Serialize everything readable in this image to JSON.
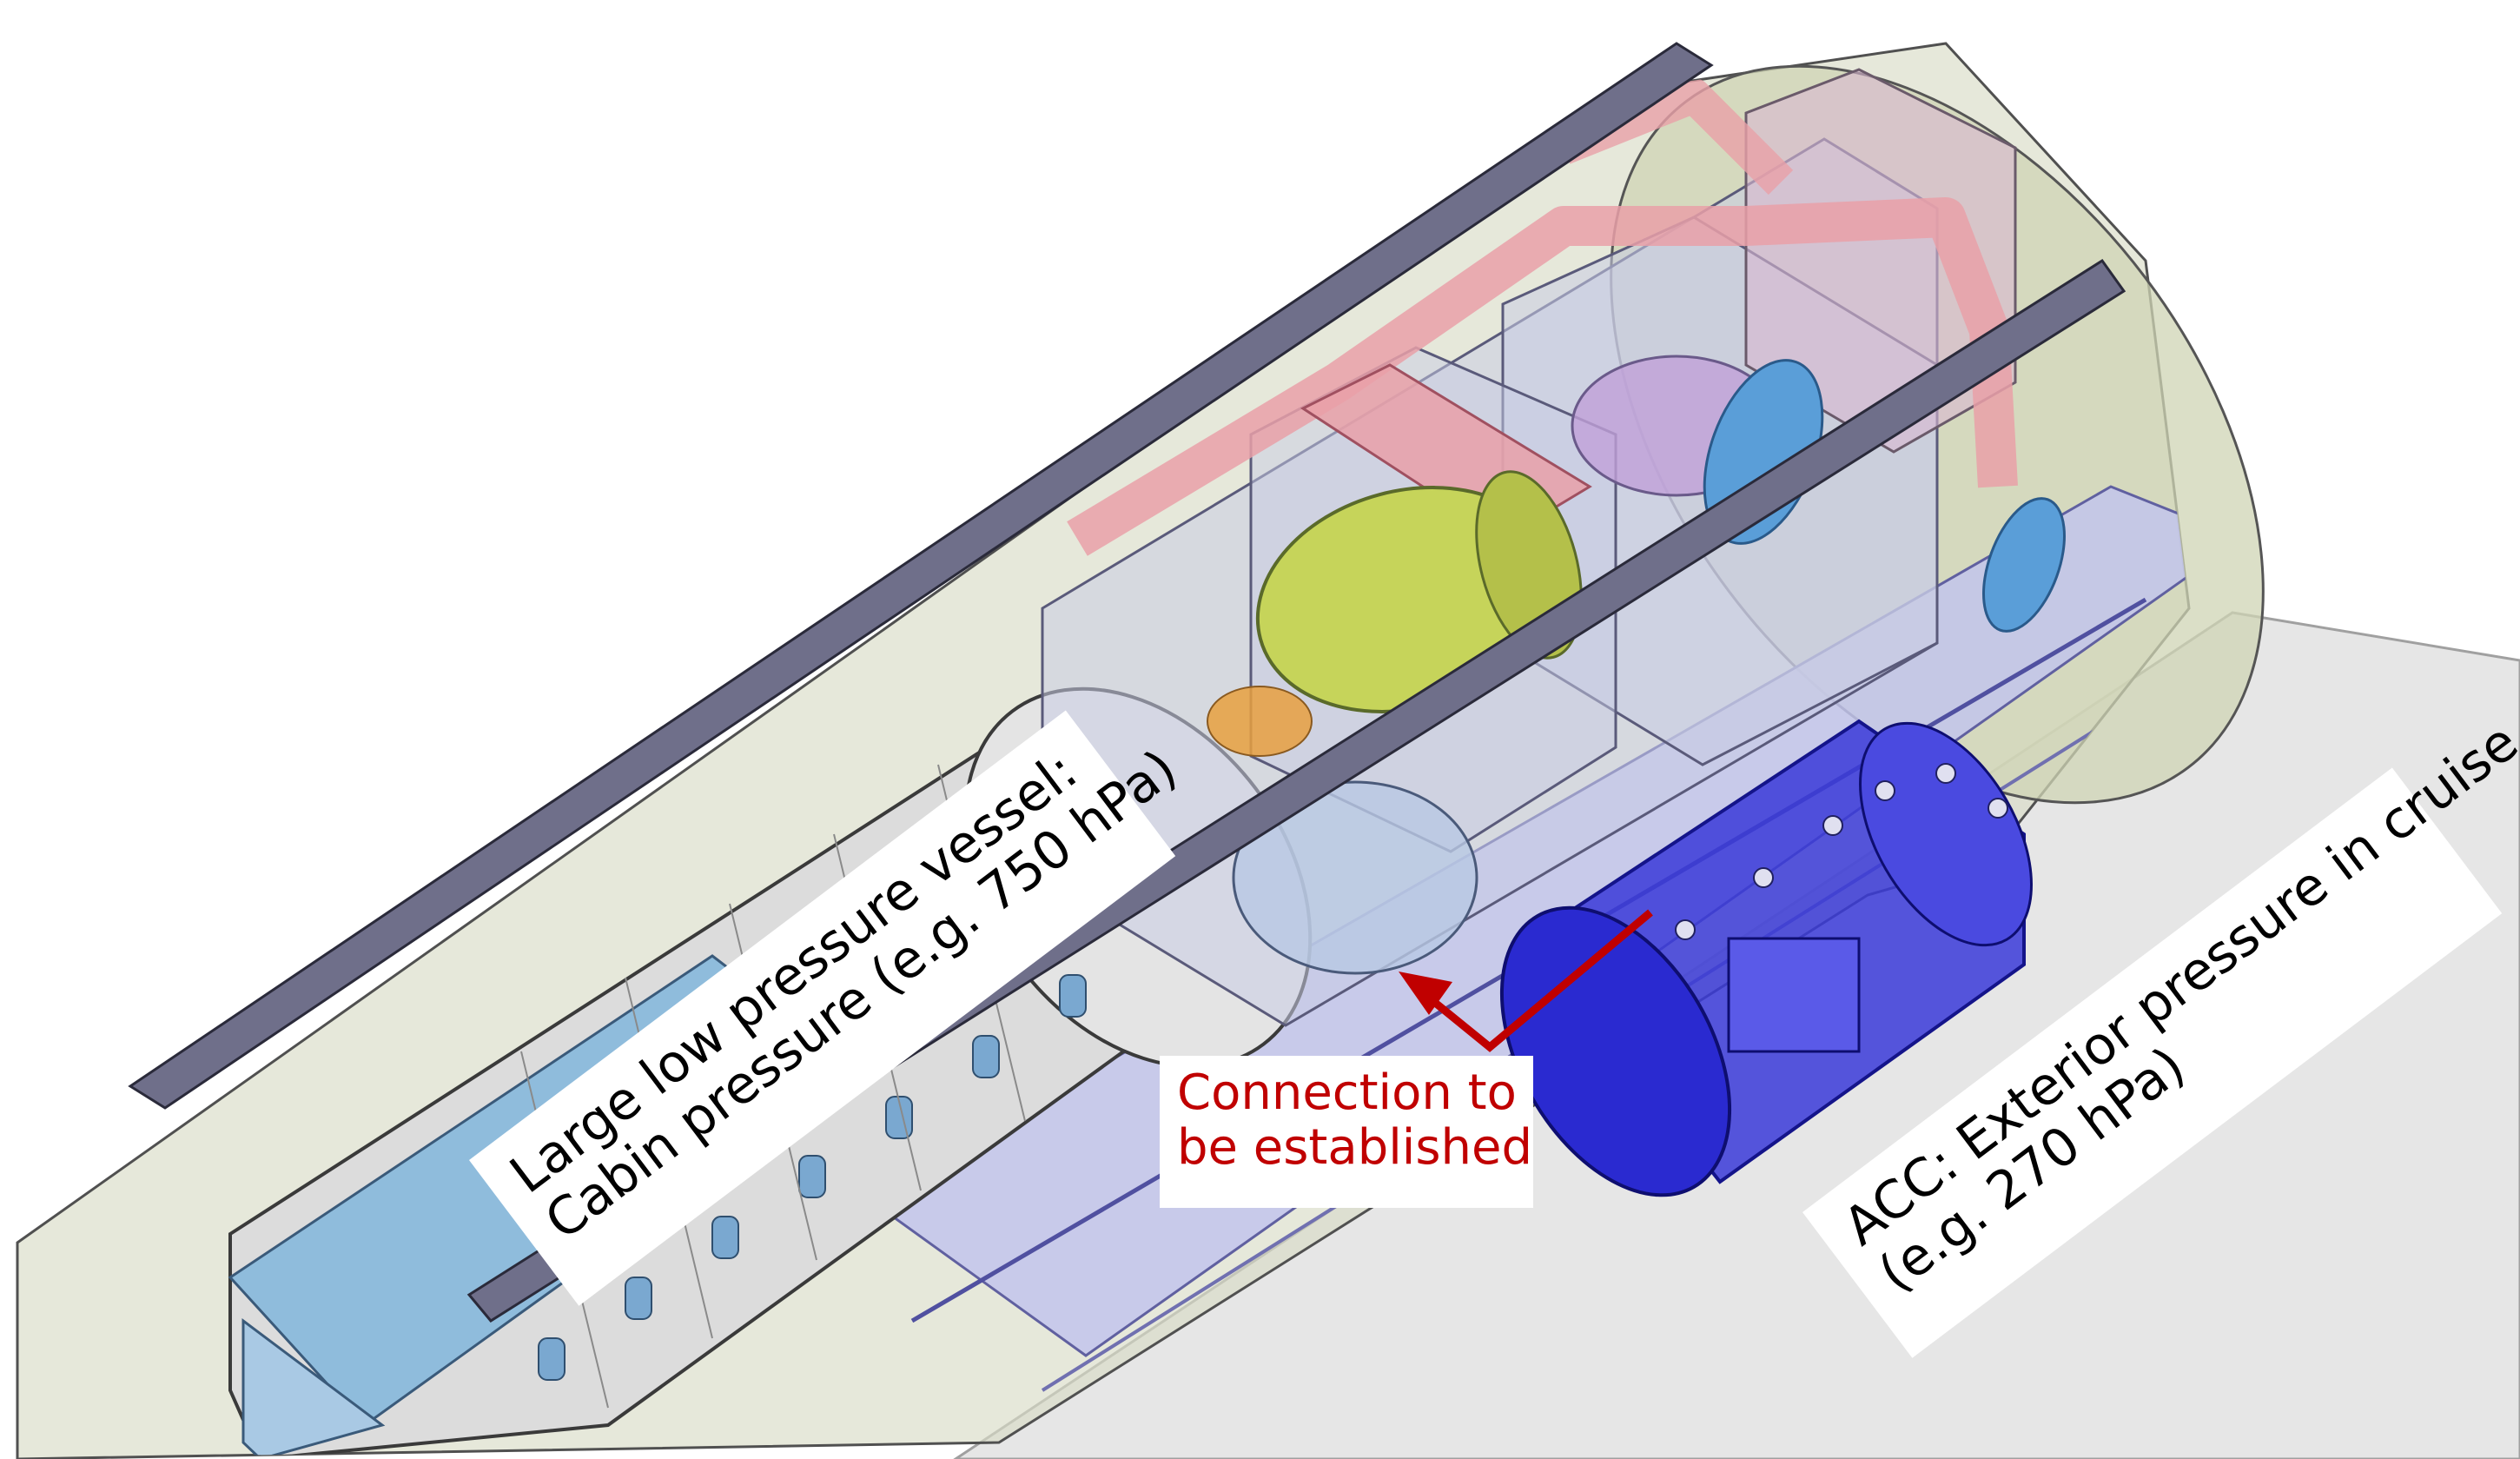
{
  "labels": {
    "vessel": {
      "line1": "Large low pressure vessel:",
      "line2": "Cabin pressure (e.g. 750 hPa)"
    },
    "acc": {
      "line1": "ACC: Exterior pressure in cruise",
      "line2": "(e.g. 270 hPa)"
    },
    "connection": {
      "line1": "Connection to",
      "line2": "be established"
    }
  },
  "colors": {
    "ground": "#e6e6e6",
    "outer_tube": "#d8dcc6",
    "fuselage_skin": "#dcdcdc",
    "cabin_floor": "#8fbcdc",
    "rail": "#6f6f8a",
    "pipe": "#e9a0a8",
    "equipment_box": "#c8cce4",
    "drum_green": "#c6d45a",
    "blue_disc": "#5a9ed8",
    "acc_vessel": "#2a2ad0",
    "platform": "#c2c4ec",
    "arrow": "#c00000"
  }
}
